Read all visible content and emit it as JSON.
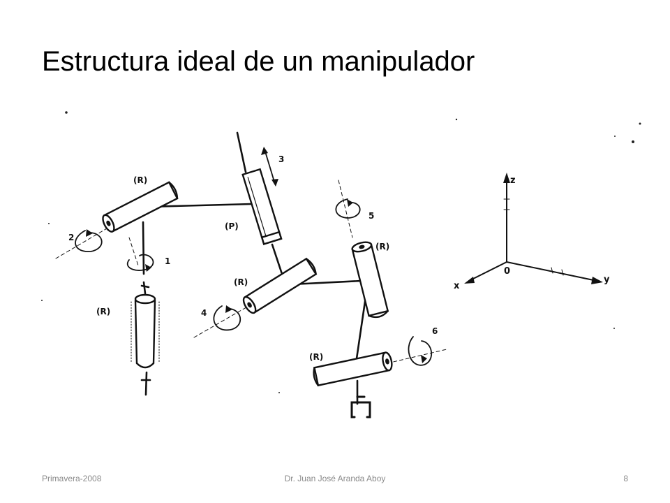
{
  "slide": {
    "title": "Estructura ideal de un manipulador"
  },
  "diagram": {
    "joint_type_revolute": "(R)",
    "joint_type_prismatic": "(P)",
    "joint_numbers": [
      "1",
      "2",
      "3",
      "4",
      "5",
      "6"
    ],
    "axes": {
      "z": "z",
      "y": "y",
      "x": "x",
      "origin": "0"
    }
  },
  "footer": {
    "left": "Primavera-2008",
    "center": "Dr. Juan José Aranda Aboy",
    "page": "8"
  }
}
